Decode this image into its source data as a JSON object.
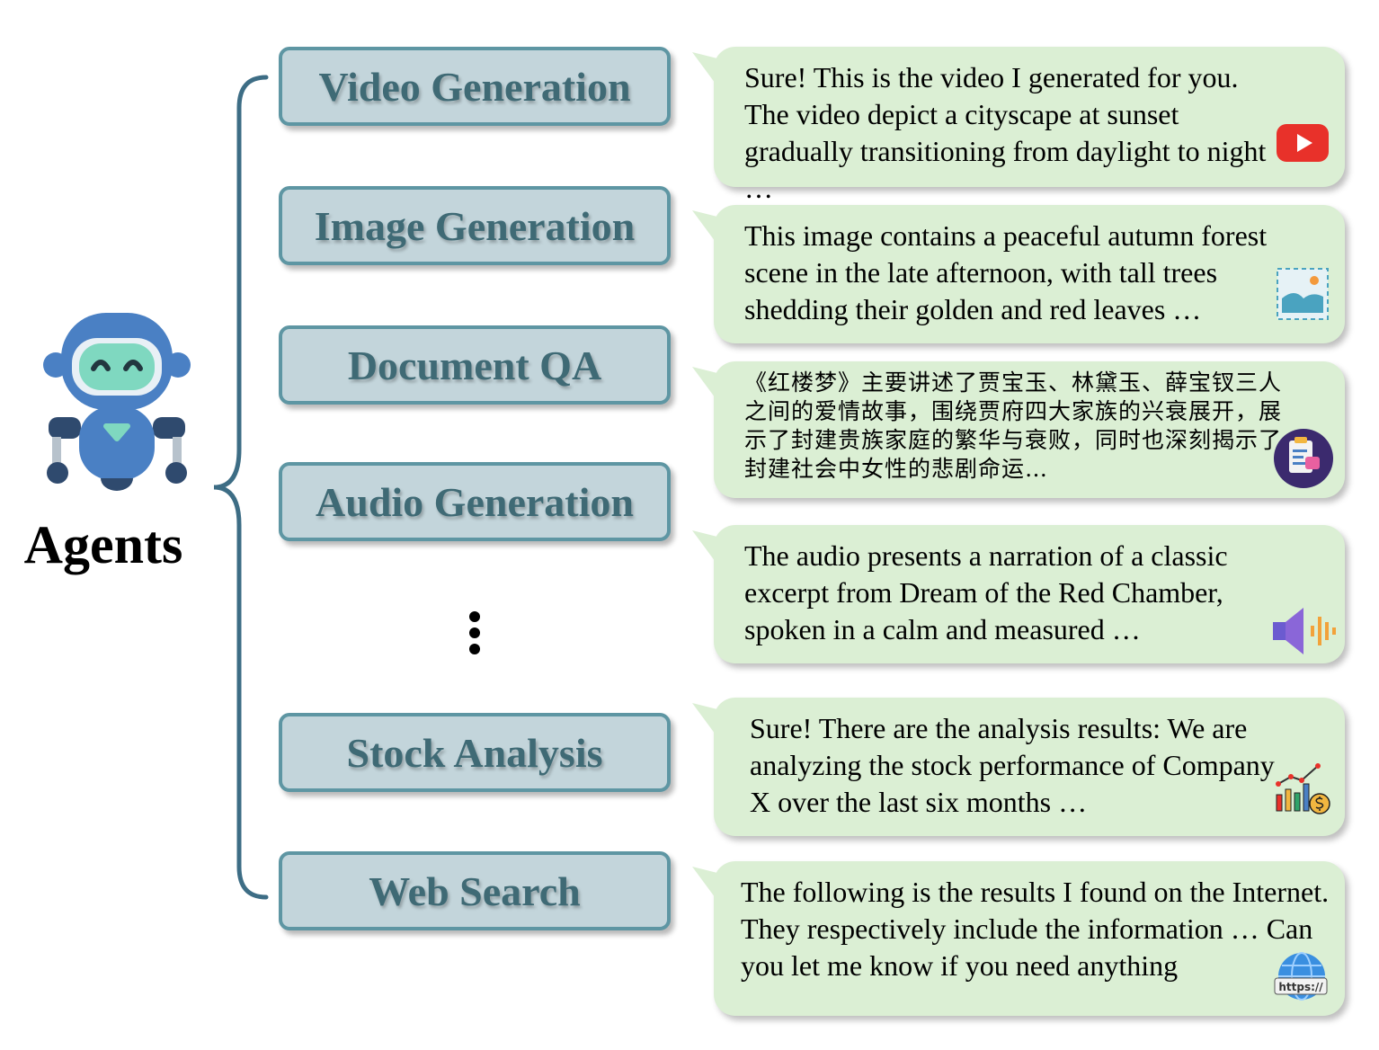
{
  "agents_label": "Agents",
  "categories": [
    {
      "label": "Video Generation"
    },
    {
      "label": "Image Generation"
    },
    {
      "label": "Document QA"
    },
    {
      "label": "Audio Generation"
    },
    {
      "label": "Stock Analysis"
    },
    {
      "label": "Web Search"
    }
  ],
  "responses": [
    {
      "text": "Sure! This is the video I generated for you. The video depict a cityscape at sunset gradually transitioning from daylight to night …",
      "icon": "youtube-play-icon"
    },
    {
      "text": "This image contains a peaceful autumn forest scene in the late afternoon, with tall trees shedding their golden and red leaves …",
      "icon": "image-icon"
    },
    {
      "text": "《红楼梦》主要讲述了贾宝玉、林黛玉、薛宝钗三人之间的爱情故事，围绕贾府四大家族的兴衰展开，展示了封建贵族家庭的繁华与衰败，同时也深刻揭示了封建社会中女性的悲剧命运…",
      "icon": "document-qa-icon"
    },
    {
      "text": "The audio presents a narration of a classic excerpt from Dream of the Red Chamber, spoken in a calm and measured …",
      "icon": "speaker-audio-icon"
    },
    {
      "text": "Sure! There are the analysis results: We are analyzing the stock performance of Company X over the last six months …",
      "icon": "stock-chart-icon"
    },
    {
      "text": "The following is the results I found on the Internet. They respectively include the information … Can you let me know if you need anything",
      "icon": "globe-https-icon"
    }
  ],
  "icon_text": {
    "https": "https://"
  },
  "colors": {
    "category_fill": "#c3d5db",
    "category_border": "#5e96a3",
    "category_text": "#3f6a75",
    "bubble_fill": "#dbefd4",
    "brace": "#3d6d85",
    "robot_blue": "#4a80c4",
    "robot_face": "#7fd8c0"
  }
}
